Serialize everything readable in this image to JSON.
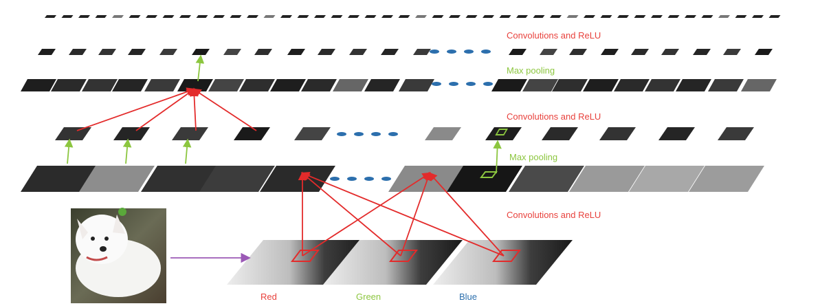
{
  "labels": {
    "conv_relu_top": "Convolutions and ReLU",
    "max_pool_top": "Max pooling",
    "conv_relu_mid": "Convolutions and ReLU",
    "max_pool_mid": "Max pooling",
    "conv_relu_bottom": "Convolutions and ReLU",
    "channel_red": "Red",
    "channel_green": "Green",
    "channel_blue": "Blue"
  },
  "colors": {
    "conv_label": "#e8413c",
    "pool_label": "#8cc63f",
    "red_arrow": "#e32b2b",
    "green_arrow": "#8cc63f",
    "purple_arrow": "#9b59b6",
    "dots": "#2c6fad",
    "channel_red": "#e8413c",
    "channel_green": "#8cc63f",
    "channel_blue": "#2c6fad"
  },
  "input_image": {
    "subject": "white-puppy-photo"
  }
}
